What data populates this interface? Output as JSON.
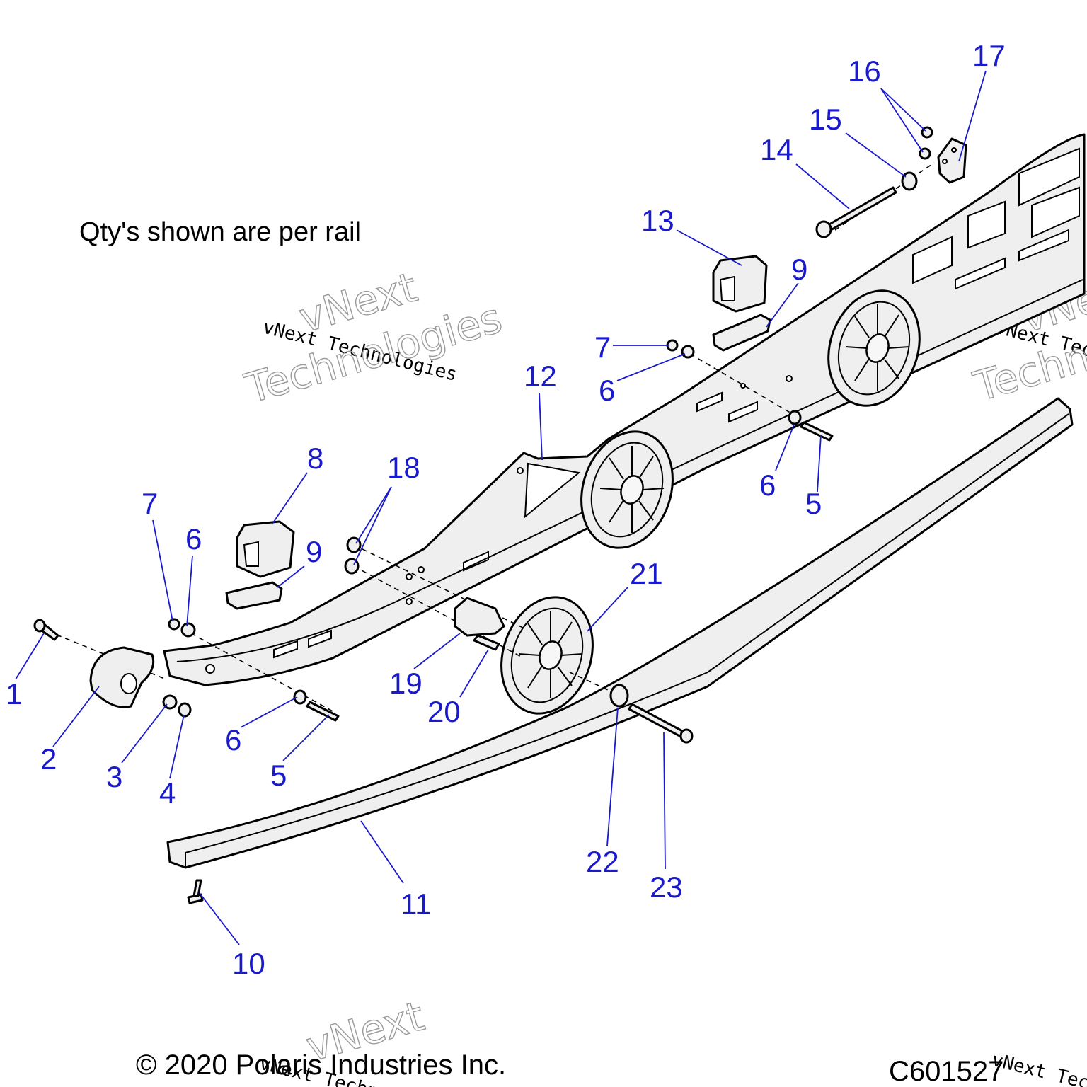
{
  "note": "Qty's shown are per rail",
  "copyright": "© 2020 Polaris Industries Inc.",
  "diagram_id": "C601527",
  "watermark": {
    "line_small": "vNext Technologies",
    "brand_top": "vNext",
    "brand_bottom": "Technologies"
  },
  "callouts": [
    {
      "id": "c1",
      "label": "1"
    },
    {
      "id": "c2",
      "label": "2"
    },
    {
      "id": "c3",
      "label": "3"
    },
    {
      "id": "c4",
      "label": "4"
    },
    {
      "id": "c5a",
      "label": "5"
    },
    {
      "id": "c5b",
      "label": "5"
    },
    {
      "id": "c6a",
      "label": "6"
    },
    {
      "id": "c6b",
      "label": "6"
    },
    {
      "id": "c6c",
      "label": "6"
    },
    {
      "id": "c6d",
      "label": "6"
    },
    {
      "id": "c7a",
      "label": "7"
    },
    {
      "id": "c7b",
      "label": "7"
    },
    {
      "id": "c8",
      "label": "8"
    },
    {
      "id": "c9a",
      "label": "9"
    },
    {
      "id": "c9b",
      "label": "9"
    },
    {
      "id": "c10",
      "label": "10"
    },
    {
      "id": "c11",
      "label": "11"
    },
    {
      "id": "c12",
      "label": "12"
    },
    {
      "id": "c13",
      "label": "13"
    },
    {
      "id": "c14",
      "label": "14"
    },
    {
      "id": "c15",
      "label": "15"
    },
    {
      "id": "c16",
      "label": "16"
    },
    {
      "id": "c17",
      "label": "17"
    },
    {
      "id": "c18",
      "label": "18"
    },
    {
      "id": "c19",
      "label": "19"
    },
    {
      "id": "c20",
      "label": "20"
    },
    {
      "id": "c21",
      "label": "21"
    },
    {
      "id": "c22",
      "label": "22"
    },
    {
      "id": "c23",
      "label": "23"
    }
  ]
}
